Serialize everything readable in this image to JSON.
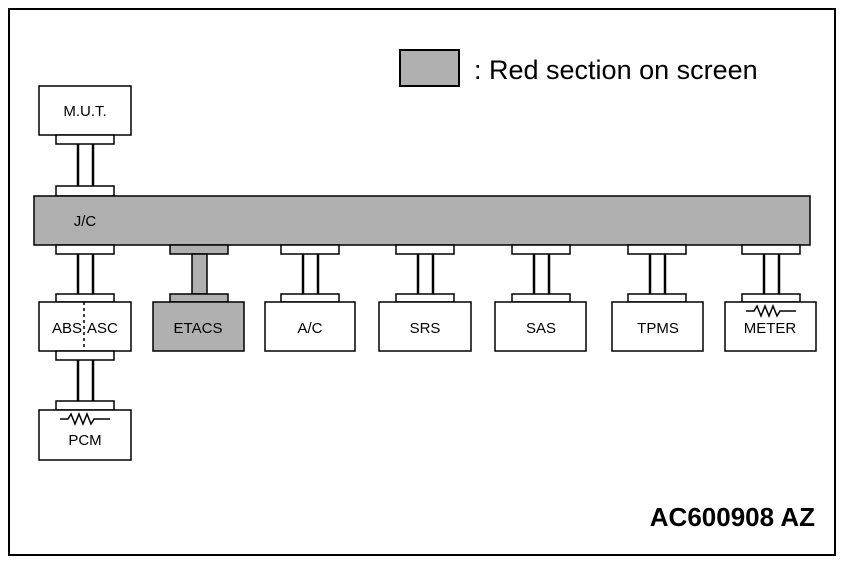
{
  "legend": {
    "text": ": Red section on screen",
    "swatch_color": "#b0b0b0"
  },
  "nodes": {
    "mut": "M.U.T.",
    "jc": "J/C",
    "abs": "ABS",
    "asc": "ASC",
    "etacs": "ETACS",
    "ac": "A/C",
    "srs": "SRS",
    "sas": "SAS",
    "tpms": "TPMS",
    "meter": "METER",
    "pcm": "PCM"
  },
  "highlighted": [
    "jc",
    "etacs"
  ],
  "figure_code": "AC600908 AZ",
  "colors": {
    "highlight": "#b0b0b0",
    "stroke": "#000000",
    "background": "#ffffff"
  }
}
